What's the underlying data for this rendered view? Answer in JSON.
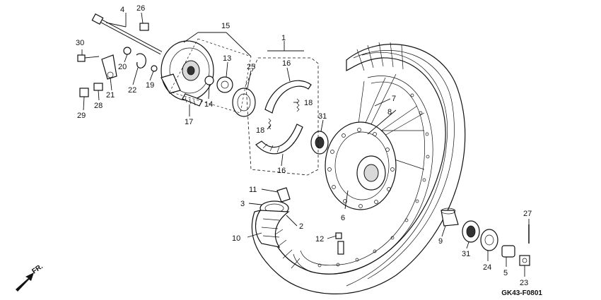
{
  "callouts": [
    {
      "id": "c1",
      "text": "1"
    },
    {
      "id": "c2",
      "text": "2"
    },
    {
      "id": "c3",
      "text": "3"
    },
    {
      "id": "c4",
      "text": "4"
    },
    {
      "id": "c5",
      "text": "5"
    },
    {
      "id": "c6",
      "text": "6"
    },
    {
      "id": "c7",
      "text": "7"
    },
    {
      "id": "c8",
      "text": "8"
    },
    {
      "id": "c9",
      "text": "9"
    },
    {
      "id": "c10",
      "text": "10"
    },
    {
      "id": "c11",
      "text": "11"
    },
    {
      "id": "c12",
      "text": "12"
    },
    {
      "id": "c13",
      "text": "13"
    },
    {
      "id": "c14",
      "text": "14"
    },
    {
      "id": "c15",
      "text": "15"
    },
    {
      "id": "c16a",
      "text": "16"
    },
    {
      "id": "c16b",
      "text": "16"
    },
    {
      "id": "c17",
      "text": "17"
    },
    {
      "id": "c18a",
      "text": "18"
    },
    {
      "id": "c18b",
      "text": "18"
    },
    {
      "id": "c19",
      "text": "19"
    },
    {
      "id": "c20",
      "text": "20"
    },
    {
      "id": "c21",
      "text": "21"
    },
    {
      "id": "c22",
      "text": "22"
    },
    {
      "id": "c23",
      "text": "23"
    },
    {
      "id": "c24",
      "text": "24"
    },
    {
      "id": "c25",
      "text": "25"
    },
    {
      "id": "c26",
      "text": "26"
    },
    {
      "id": "c27",
      "text": "27"
    },
    {
      "id": "c28",
      "text": "28"
    },
    {
      "id": "c29",
      "text": "29"
    },
    {
      "id": "c30",
      "text": "30"
    },
    {
      "id": "c31a",
      "text": "31"
    },
    {
      "id": "c31b",
      "text": "31"
    }
  ],
  "direction_label": "FR.",
  "figure_code": "GK43-F0801"
}
